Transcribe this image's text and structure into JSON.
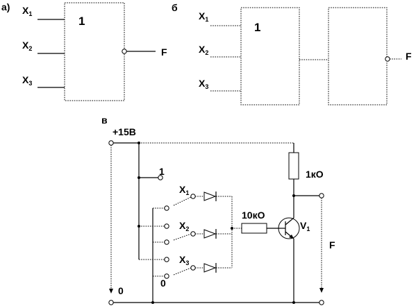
{
  "panel_a": {
    "label": "а)",
    "gate_symbol": "1",
    "inputs": [
      {
        "main": "X",
        "sub": "1"
      },
      {
        "main": "X",
        "sub": "2"
      },
      {
        "main": "X",
        "sub": "3"
      }
    ],
    "output": "F"
  },
  "panel_b": {
    "label": "б",
    "gate_symbol": "1",
    "inputs": [
      {
        "main": "X",
        "sub": "1"
      },
      {
        "main": "X",
        "sub": "2"
      },
      {
        "main": "X",
        "sub": "3"
      }
    ],
    "output": "F"
  },
  "panel_c": {
    "label": "в",
    "supply": "+15В",
    "ground": "0",
    "logic_one": "1",
    "logic_zero": "0",
    "load_resistor": "1кО",
    "base_resistor": "10кО",
    "transistor": {
      "main": "V",
      "sub": "1"
    },
    "output": "F",
    "switches": [
      {
        "main": "X",
        "sub": "1"
      },
      {
        "main": "X",
        "sub": "2"
      },
      {
        "main": "X",
        "sub": "3"
      }
    ]
  }
}
